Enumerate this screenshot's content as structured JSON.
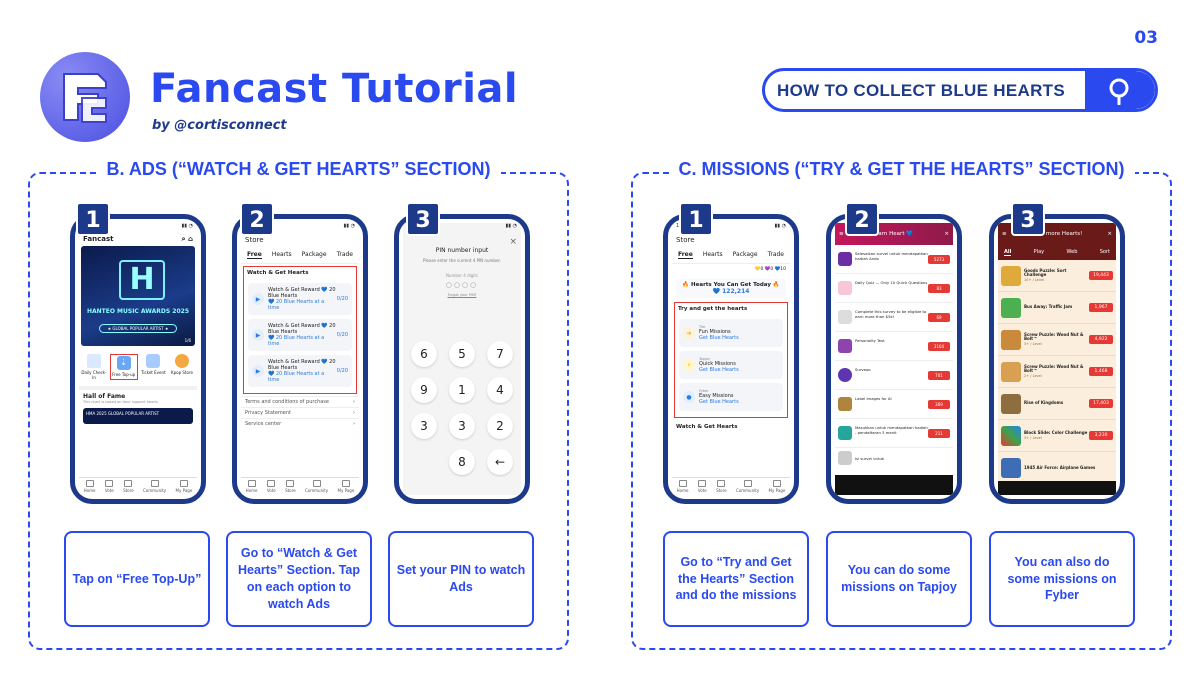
{
  "header": {
    "title": "Fancast Tutorial",
    "byline": "by @cortisconnect",
    "page_number": "03",
    "search_label": "HOW TO COLLECT BLUE HEARTS"
  },
  "colors": {
    "accent": "#2a49ef",
    "navy": "#1d3a8a",
    "highlight": "#e53935"
  },
  "section_b": {
    "title": "B. ADS (“WATCH & GET HEARTS” SECTION)",
    "steps": [
      {
        "number": "1",
        "desc": "Tap on “Free Top-Up”",
        "screen": {
          "app_name": "Fancast",
          "banner_title": "HANTEO MUSIC AWARDS 2025",
          "banner_sub": "★ GLOBAL POPULAR ARTIST ★",
          "banner_count": "1/6",
          "menu": [
            "Daily Check-In",
            "Free Top-up",
            "Ticket Event",
            "Kpop Store"
          ],
          "hall_title": "Hall of Fame",
          "hall_sub": "This chart is based on fans' support hearts",
          "hall_card": "HMA 2025 GLOBAL POPULAR ARTIST",
          "nav": [
            "Home",
            "Vote",
            "Store",
            "Community",
            "My Page"
          ]
        }
      },
      {
        "number": "2",
        "desc": "Go to “Watch & Get Hearts” Section. Tap on each option to watch Ads",
        "screen": {
          "title": "Store",
          "tabs": [
            "Free",
            "Hearts",
            "Package",
            "Trade"
          ],
          "section": "Watch & Get Hearts",
          "items": [
            {
              "title": "Watch & Get Reward 💙 20 Blue Hearts",
              "reward": "💙 20 Blue Hearts at a time",
              "count": "0/20"
            },
            {
              "title": "Watch & Get Reward 💙 20 Blue Hearts",
              "reward": "💙 20 Blue Hearts at a time",
              "count": "0/20"
            },
            {
              "title": "Watch & Get Reward 💙 20 Blue Hearts",
              "reward": "💙 20 Blue Hearts at a time",
              "count": "0/20"
            }
          ],
          "links": [
            "Terms and conditions of purchase",
            "Privacy Statement",
            "Service center"
          ],
          "nav": [
            "Home",
            "Vote",
            "Store",
            "Community",
            "My Page"
          ]
        }
      },
      {
        "number": "3",
        "desc": "Set your PIN to watch Ads",
        "screen": {
          "title": "PIN number input",
          "instruction": "Please enter the current 4 PIN number.",
          "digits_label": "Number 4 digits",
          "forgot": "Forgot your PIN?",
          "keys": [
            "6",
            "5",
            "7",
            "9",
            "1",
            "4",
            "3",
            "3",
            "2",
            "",
            "8",
            "←"
          ]
        }
      }
    ]
  },
  "section_c": {
    "title": "C. MISSIONS (“TRY & GET THE HEARTS” SECTION)",
    "steps": [
      {
        "number": "1",
        "desc": "Go to “Try and Get the Hearts” Section and do the missions",
        "screen": {
          "title": "Store",
          "tabs": [
            "Free",
            "Hearts",
            "Package",
            "Trade"
          ],
          "counters": "💛0  💜0  💙10",
          "hearts_heading": "🔥 Hearts You Can Get Today 🔥",
          "hearts_value": "💙 122,214",
          "section": "Try and get the hearts",
          "missions": [
            {
              "provider": "Tier",
              "name": "Fun Missions",
              "link": "Get Blue Hearts"
            },
            {
              "provider": "Tapjoy",
              "name": "Quick Missions",
              "link": "Get Blue Hearts"
            },
            {
              "provider": "Fyber",
              "name": "Easy Missions",
              "link": "Get Blue Hearts"
            }
          ],
          "next_section": "Watch & Get Hearts",
          "nav": [
            "Home",
            "Vote",
            "Store",
            "Community",
            "My Page"
          ]
        }
      },
      {
        "number": "2",
        "desc": "You can do some missions on Tapjoy",
        "screen": {
          "title": "Earn Heart 💙",
          "offers": [
            {
              "text": "Selesaikan survei untuk mendapatkan hadiah Anda",
              "value": "5273"
            },
            {
              "text": "Daily Quiz — Only 10 Quick Questions",
              "value": "83"
            },
            {
              "text": "Complete this survey to be eligible to earn more than $5k!",
              "value": "69"
            },
            {
              "text": "Personality Test",
              "value": "3164"
            },
            {
              "text": "Surveoo",
              "value": "701"
            },
            {
              "text": "Label images for AI",
              "value": "369"
            },
            {
              "text": "Masukkan untuk mendapatkan hadiah - pendaftaran 3 menit",
              "value": "211"
            },
            {
              "text": "Isi survei untuk",
              "value": ""
            }
          ]
        }
      },
      {
        "number": "3",
        "desc": "You can also do some missions on Fyber",
        "screen": {
          "title": "Earn more Hearts!",
          "tabs": [
            "All",
            "Play",
            "Web",
            "Sort"
          ],
          "offers": [
            {
              "text": "Goods Puzzle: Sort Challenge",
              "tag": "10+ / Level",
              "value": "19,443"
            },
            {
              "text": "Bus Away: Traffic Jam",
              "tag": "",
              "value": "1,967"
            },
            {
              "text": "Screw Puzzle: Wood Nut & Bolt™",
              "tag": "3+ / Level",
              "value": "4,922"
            },
            {
              "text": "Screw Puzzle: Wood Nut & Bolt™",
              "tag": "2+ / Level",
              "value": "1,468"
            },
            {
              "text": "Rise of Kingdoms",
              "tag": "",
              "value": "17,403"
            },
            {
              "text": "Block Slide: Color Challenge",
              "tag": "3+ / Level",
              "value": "3,230"
            },
            {
              "text": "1945 Air Force: Airplane Games",
              "tag": "",
              "value": ""
            }
          ]
        }
      }
    ]
  }
}
